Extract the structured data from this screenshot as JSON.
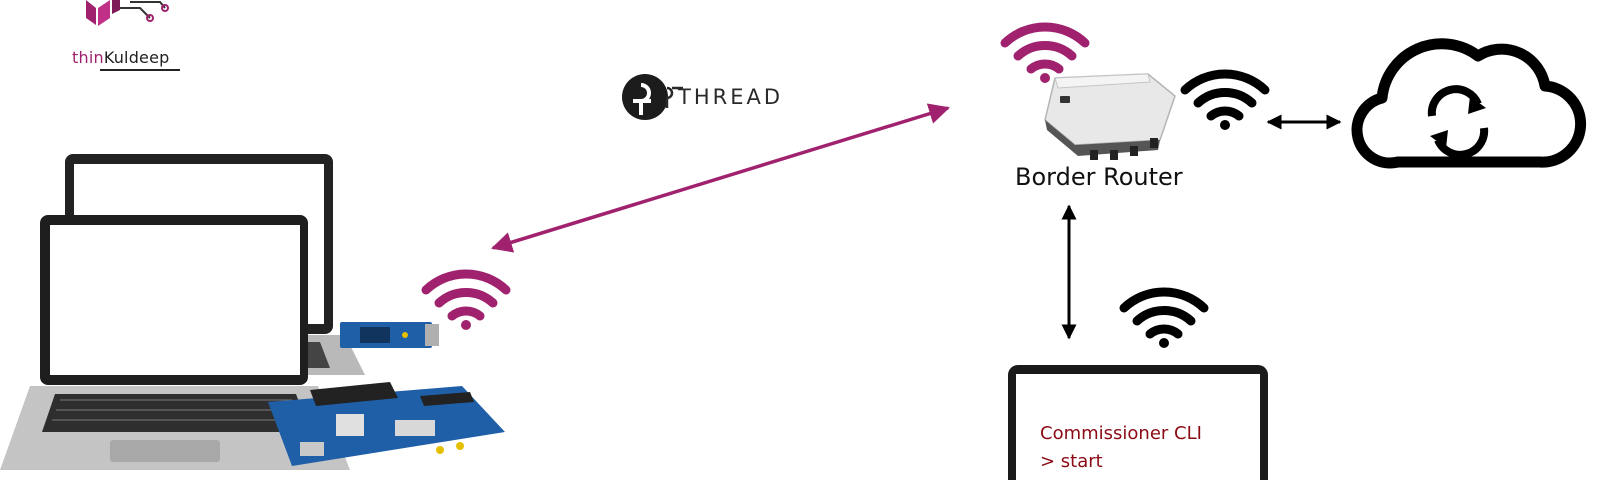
{
  "brand": {
    "name_part1": "thin",
    "name_part2": "Kuldeep"
  },
  "thread_logo": {
    "text": "THREAD"
  },
  "border_router": {
    "label": "Border Router"
  },
  "commissioner": {
    "line1": "Commissioner CLI",
    "line2": "> start"
  },
  "icons": {
    "brand_logo": "brand-logo-icon",
    "thread_logo": "thread-logo-icon",
    "cloud": "cloud-sync-icon",
    "wifi": "wifi-icon",
    "router": "border-router-device-icon",
    "laptop": "laptop-icon",
    "dev_board": "dev-board-icon",
    "dongle": "usb-dongle-icon"
  },
  "colors": {
    "accent": "#a0226e",
    "thread_arrow": "#a0226e",
    "black": "#000000",
    "cli_text": "#8b0a14",
    "board_blue": "#1f5fa8"
  }
}
